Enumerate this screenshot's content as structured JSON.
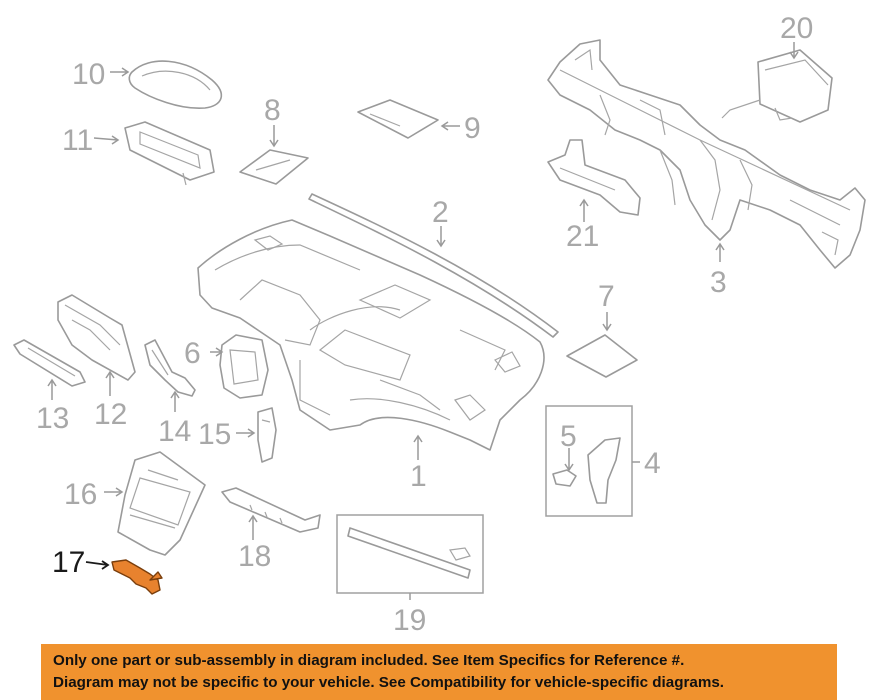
{
  "callouts": {
    "c1": "1",
    "c2": "2",
    "c3": "3",
    "c4": "4",
    "c5": "5",
    "c6": "6",
    "c7": "7",
    "c8": "8",
    "c9": "9",
    "c10": "10",
    "c11": "11",
    "c12": "12",
    "c13": "13",
    "c14": "14",
    "c15": "15",
    "c16": "16",
    "c17": "17",
    "c18": "18",
    "c19": "19",
    "c20": "20",
    "c21": "21"
  },
  "highlighted_part": "17",
  "colors": {
    "banner": "#f0922e",
    "highlight": "#e8822e",
    "line": "#9a9a9a"
  },
  "notice": {
    "line1": "Only one part or sub-assembly in diagram included. See Item Specifics for Reference #.",
    "line2": "Diagram may not be specific to your vehicle. See Compatibility for vehicle-specific diagrams."
  }
}
